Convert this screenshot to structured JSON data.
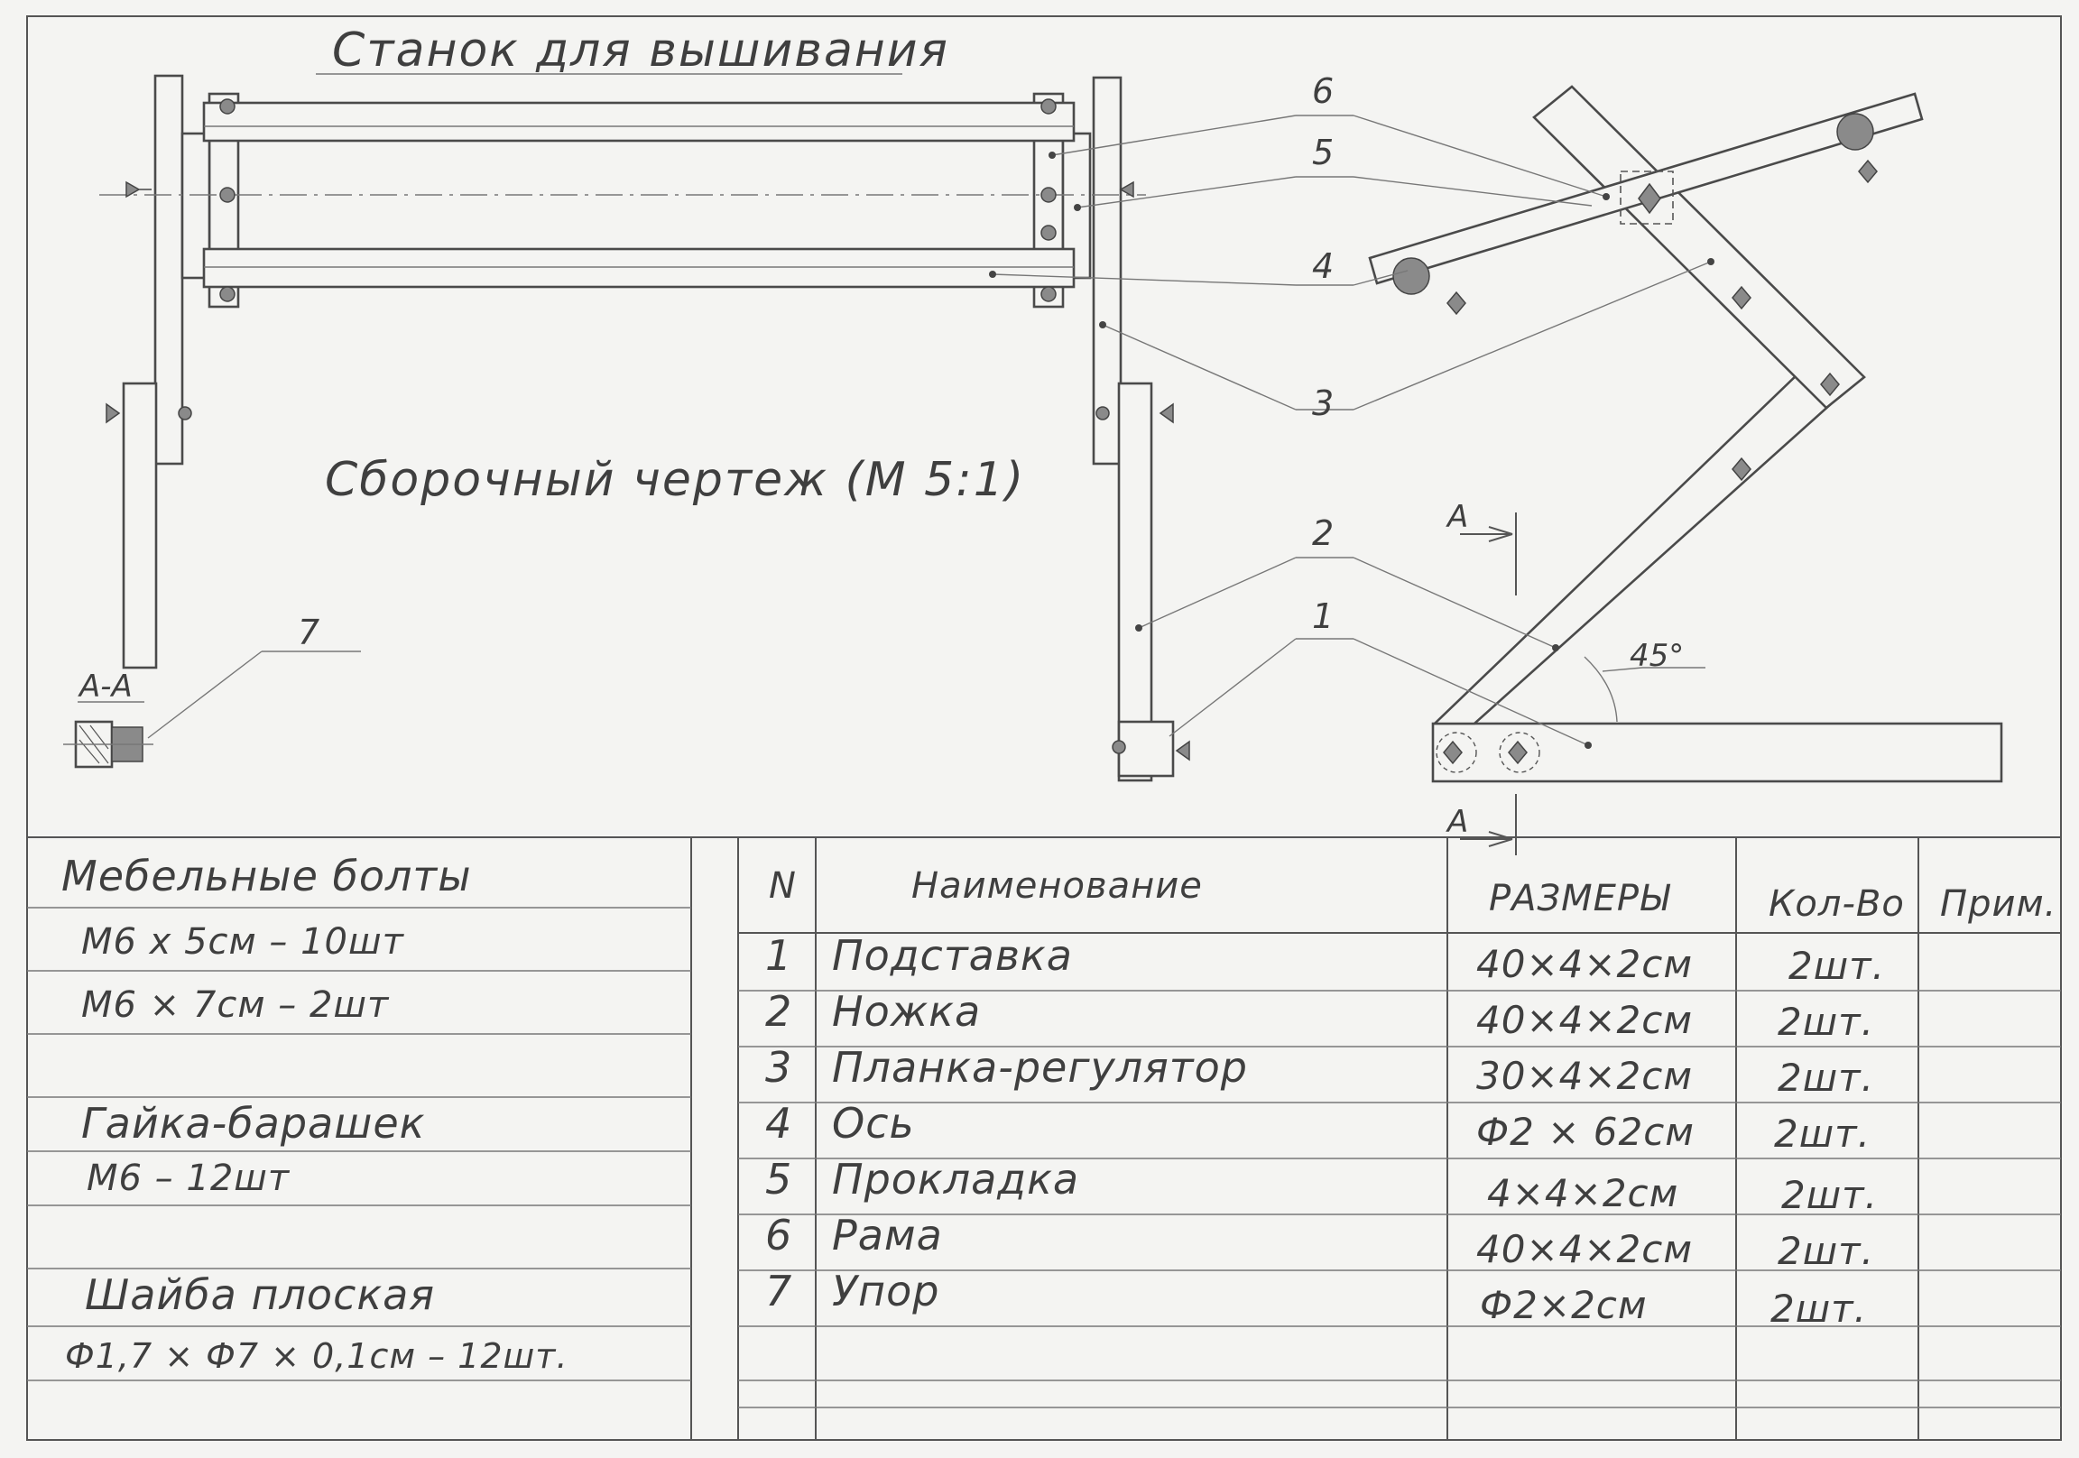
{
  "drawing": {
    "title": "Станок для вышивания",
    "subtitle": "Сборочный чертеж (М 5:1)",
    "angle_label": "45°",
    "section_label": "А-А",
    "section_mark_top": "А",
    "section_mark_bottom": "А",
    "leader_numbers": [
      "1",
      "2",
      "3",
      "4",
      "5",
      "6",
      "7"
    ]
  },
  "fasteners": {
    "bolts_title": "Мебельные болты",
    "bolts": [
      "М6 х 5см   – 10шт",
      "М6 × 7см   – 2шт"
    ],
    "nut_title": "Гайка-барашек",
    "nut": "М6   – 12шт",
    "washer_title": "Шайба плоская",
    "washer": "Ф1,7 × Ф7 × 0,1см  – 12шт."
  },
  "parts_table": {
    "headers": {
      "num": "N",
      "name": "Наименование",
      "size": "размеры",
      "qty": "Кол-Во",
      "note": "Прим."
    },
    "rows": [
      {
        "num": "1",
        "name": "Подставка",
        "size": "40×4×2см",
        "qty": "2шт."
      },
      {
        "num": "2",
        "name": "Ножка",
        "size": "40×4×2см",
        "qty": "2шт."
      },
      {
        "num": "3",
        "name": "Планка-регулятор",
        "size": "30×4×2см",
        "qty": "2шт."
      },
      {
        "num": "4",
        "name": "Ось",
        "size": "Ф2 × 62см",
        "qty": "2шт."
      },
      {
        "num": "5",
        "name": "Прокладка",
        "size": "4×4×2см",
        "qty": "2шт."
      },
      {
        "num": "6",
        "name": "Рама",
        "size": "40×4×2см",
        "qty": "2шт."
      },
      {
        "num": "7",
        "name": "Упор",
        "size": "Ф2×2см",
        "qty": "2шт."
      }
    ]
  }
}
